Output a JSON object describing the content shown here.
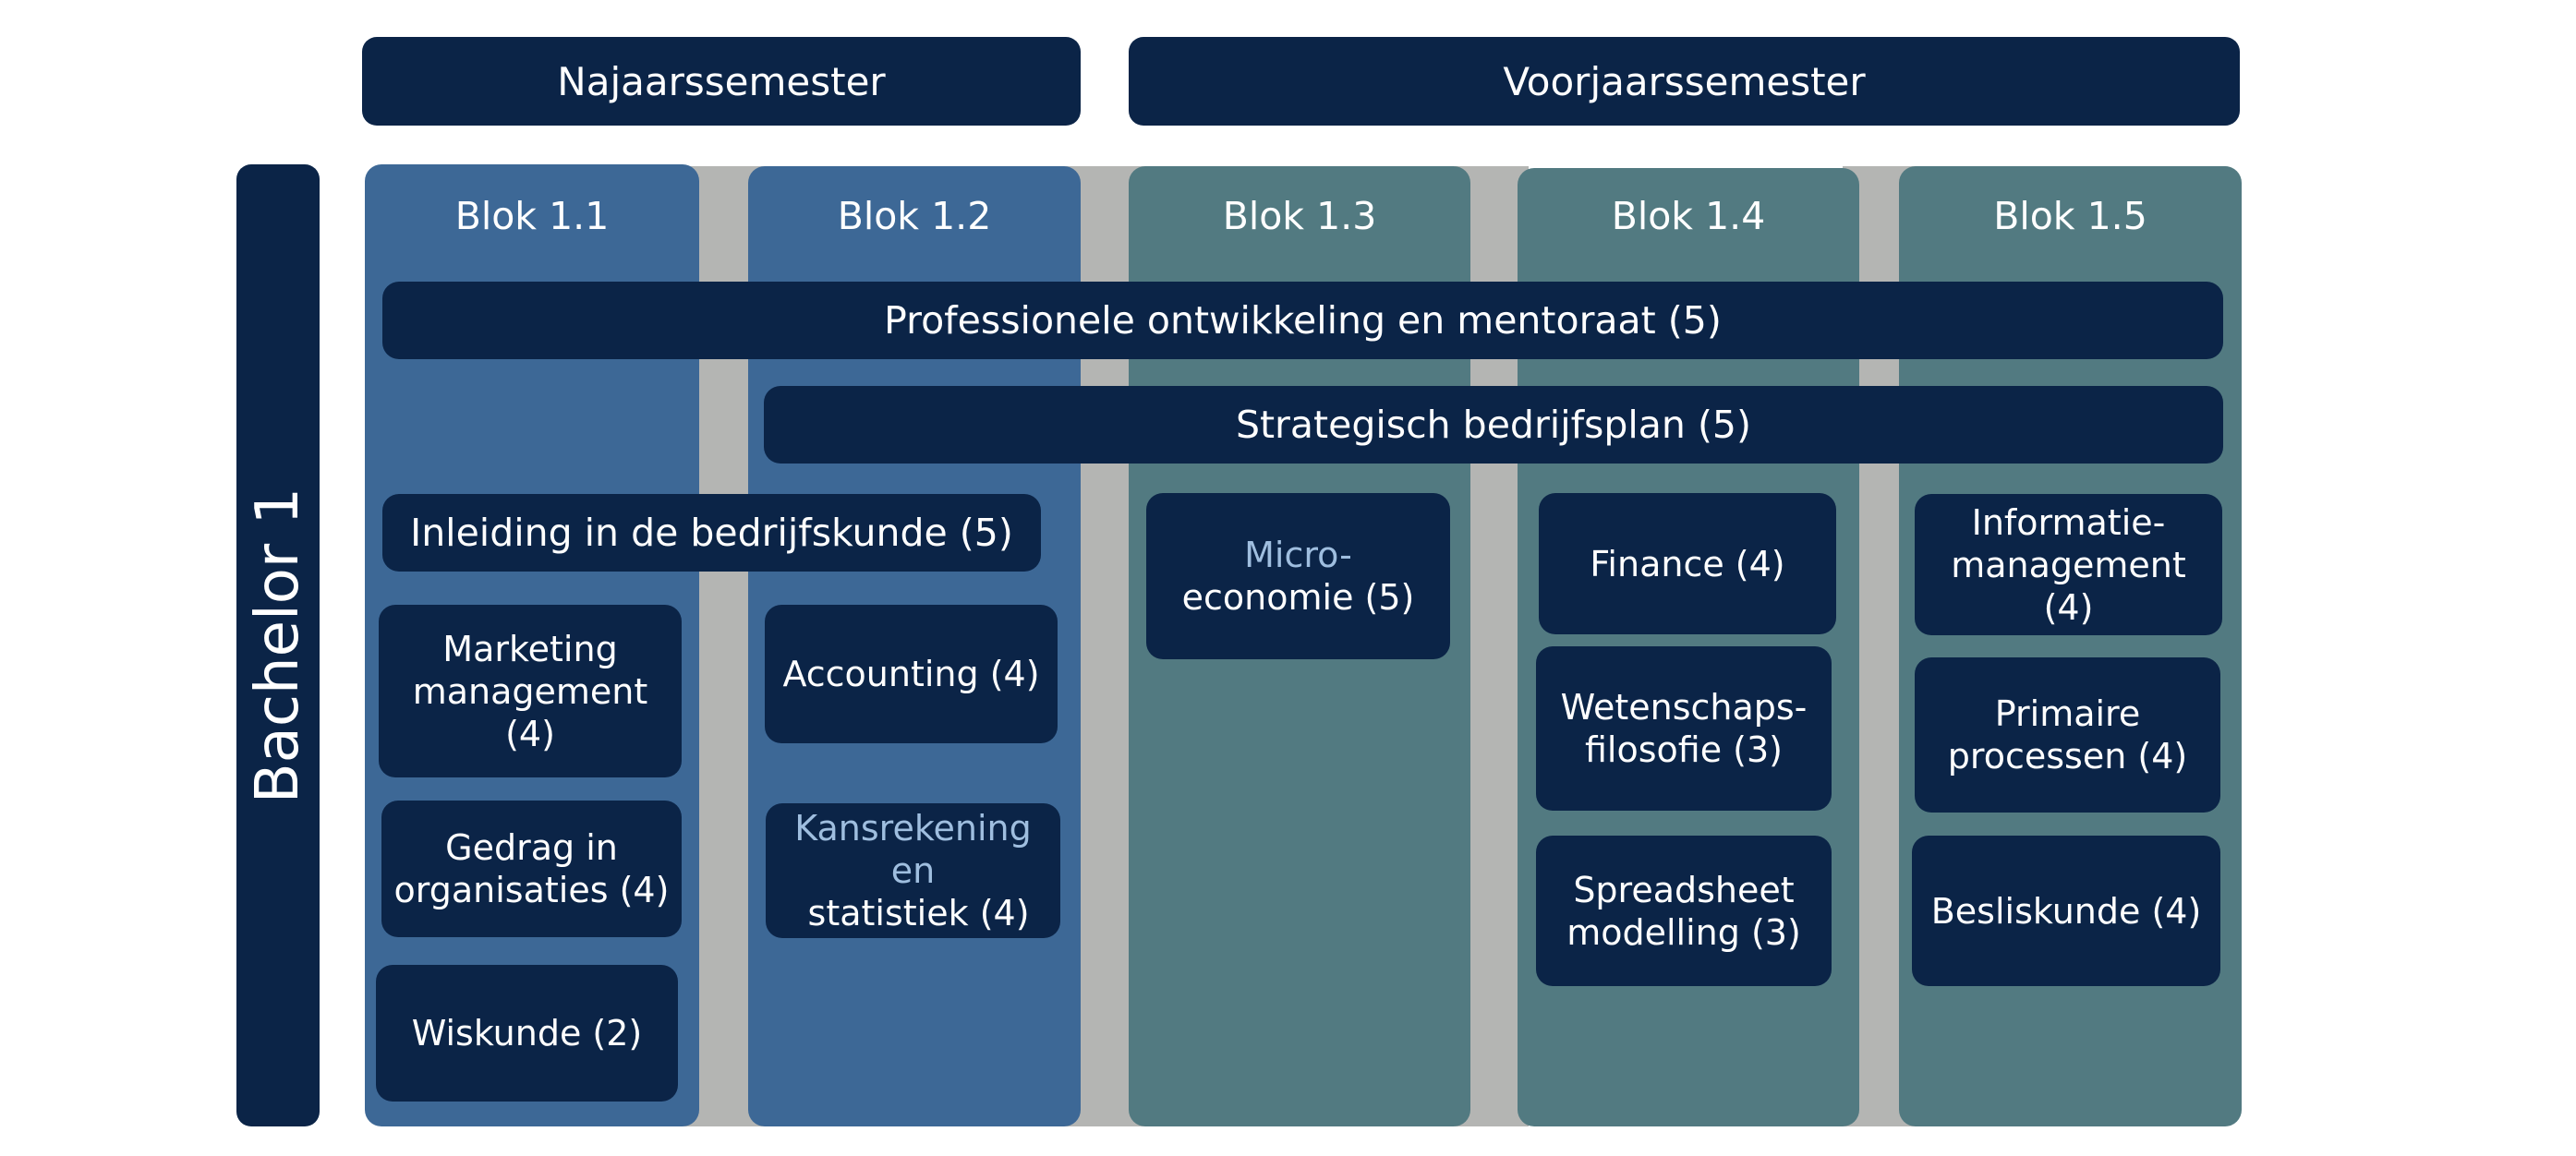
{
  "semesters": {
    "fall": "Najaarssemester",
    "spring": "Voorjaarssemester"
  },
  "year_label": "Bachelor 1",
  "blocks": {
    "b11": "Blok 1.1",
    "b12": "Blok 1.2",
    "b13": "Blok 1.3",
    "b14": "Blok 1.4",
    "b15": "Blok 1.5"
  },
  "bars": {
    "professionele": "Professionele ontwikkeling en mentoraat (5)",
    "strategisch": "Strategisch bedrijfsplan (5)",
    "inleiding": "Inleiding in de bedrijfskunde (5)"
  },
  "courses": {
    "marketing": [
      "Marketing",
      "management (4)"
    ],
    "gedrag": [
      "Gedrag in",
      "organisaties (4)"
    ],
    "wiskunde": "Wiskunde (2)",
    "accounting": "Accounting (4)",
    "kansrekening": {
      "line1": "Kansrekening",
      "line2_a": "en",
      "line2_b": " statistiek (4)"
    },
    "micro": [
      "Micro-",
      "economie (5)"
    ],
    "finance": "Finance (4)",
    "wetenschaps": [
      "Wetenschaps-",
      "filosofie (3)"
    ],
    "spreadsheet": [
      "Spreadsheet",
      "modelling (3)"
    ],
    "informatie": [
      "Informatie-",
      "management (4)"
    ],
    "primaire": [
      "Primaire",
      "processen (4)"
    ],
    "besliskunde": "Besliskunde (4)"
  },
  "colors": {
    "navy": "#0b2447",
    "blue_column": "#3d6896",
    "teal_column": "#527a81",
    "gap_gray": "#b4b5b3",
    "light_text": "#9fbedf"
  }
}
